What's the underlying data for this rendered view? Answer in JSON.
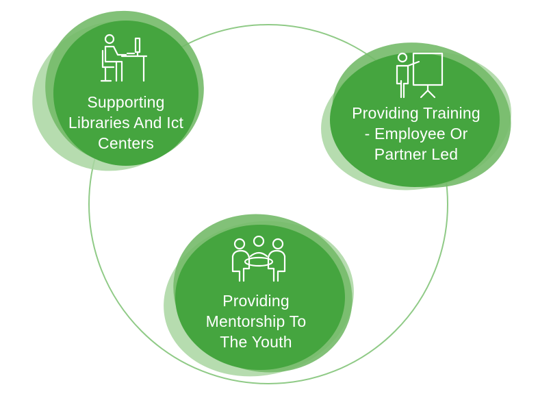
{
  "colors": {
    "primary_green": "#45a53f",
    "light_green": "#8fca86",
    "mid_green": "#74ba69",
    "connector": "#8fca86",
    "text": "#ffffff"
  },
  "nodes": [
    {
      "id": "libraries",
      "icon": "person-at-computer-desk-icon",
      "label_lines": [
        "Supporting",
        "Libraries And Ict",
        "Centers"
      ]
    },
    {
      "id": "training",
      "icon": "presenter-at-whiteboard-icon",
      "label_lines": [
        "Providing Training",
        "- Employee Or",
        "Partner Led"
      ]
    },
    {
      "id": "mentorship",
      "icon": "group-meeting-table-icon",
      "label_lines": [
        "Providing",
        "Mentorship To",
        "The Youth"
      ]
    }
  ]
}
